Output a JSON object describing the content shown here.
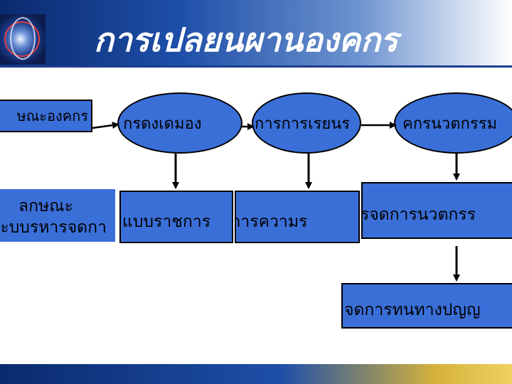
{
  "slide": {
    "title": "การเปลยนผานองคกร"
  },
  "top_row": {
    "box_label": "ษณะองคกร",
    "ellipse_1": "กรดงเดมอง",
    "ellipse_2": "การการเรยนร",
    "ellipse_3": "คกรนวตกรรม"
  },
  "mid_row": {
    "box_left_line1": "ลกษณะ",
    "box_left_line2": "ระบบรหารจดกา",
    "box_2": "แบบราชการ",
    "box_3": "จดการความร",
    "box_4": "การจดการนวตกรร"
  },
  "bottom_row": {
    "box_5": "จดการทนทางปญญ"
  },
  "colors": {
    "shape_fill": "#3a6fd8",
    "outline": "#000000",
    "header_dark": "#0a2a6e",
    "title_text": "#ffffff"
  }
}
